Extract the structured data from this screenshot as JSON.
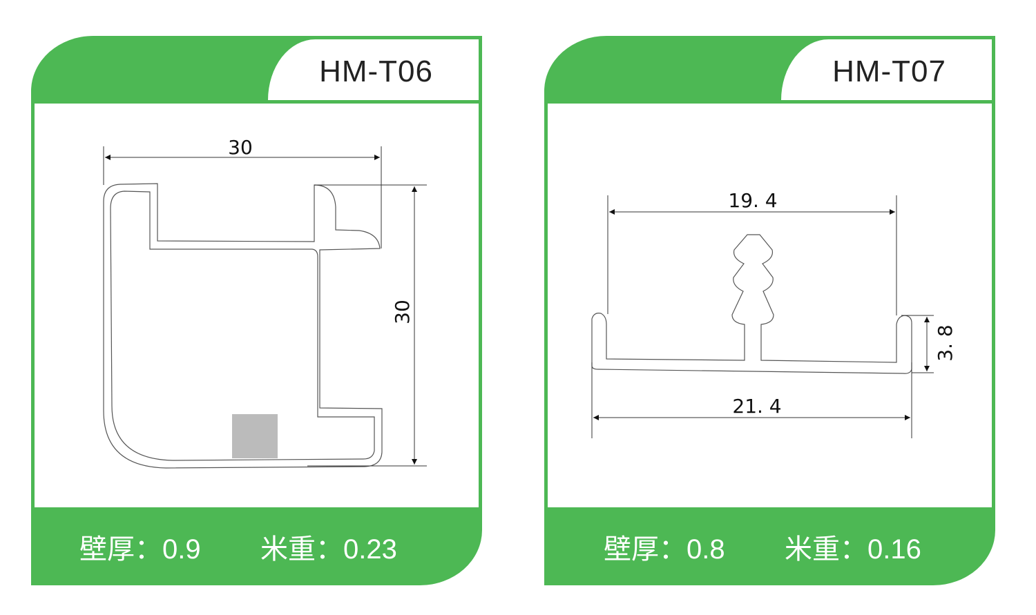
{
  "brand_color": "#4db854",
  "products": [
    {
      "model": "HM-T06",
      "dimensions": {
        "width": "30",
        "height": "30"
      },
      "wall_thickness_label": "壁厚：",
      "wall_thickness": "0.9",
      "weight_label": "米重：",
      "weight": "0.23"
    },
    {
      "model": "HM-T07",
      "dimensions": {
        "top_width": "19. 4",
        "bottom_width": "21. 4",
        "height": "3. 8"
      },
      "wall_thickness_label": "壁厚：",
      "wall_thickness": "0.8",
      "weight_label": "米重：",
      "weight": "0.16"
    }
  ]
}
